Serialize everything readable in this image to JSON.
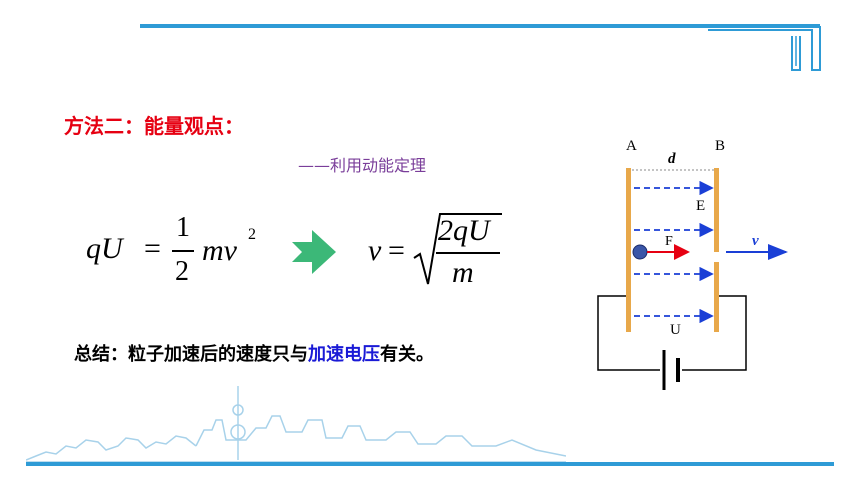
{
  "heading": "方法二：能量观点：",
  "subtitle": "——利用动能定理",
  "formula_left": {
    "lhs_q": "q",
    "lhs_U": "U",
    "equals": "=",
    "num": "1",
    "den": "2",
    "m": "m",
    "v": "v",
    "exp": "2"
  },
  "formula_right": {
    "v": "v",
    "equals": "=",
    "num": "2qU",
    "den": "m"
  },
  "summary": {
    "prefix": "总结：粒子加速后的速度只与",
    "highlight": "加速电压",
    "suffix": "有关。"
  },
  "diagram": {
    "label_A": "A",
    "label_B": "B",
    "label_d": "d",
    "label_E": "E",
    "label_F": "F",
    "label_v": "v",
    "label_U": "U"
  },
  "colors": {
    "accent_blue": "#2e9bd6",
    "heading_red": "#e60012",
    "subtitle_purple": "#7a3e9a",
    "arrow_green": "#3cb878",
    "plate_orange": "#e8a84a",
    "field_blue": "#1a3fd6"
  }
}
